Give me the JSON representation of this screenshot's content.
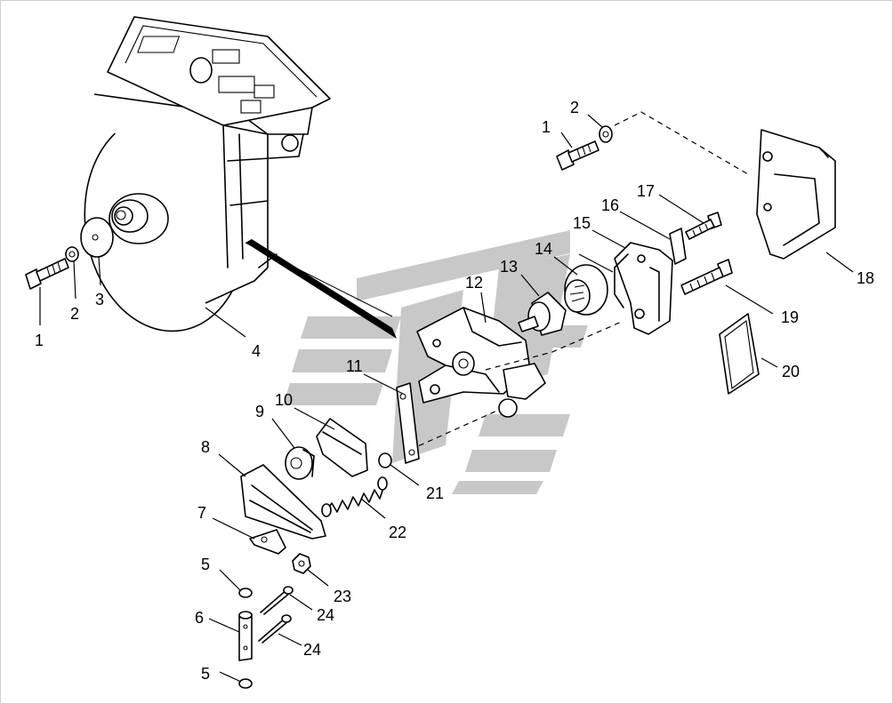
{
  "watermark_color": "#c8c8c8",
  "callouts": [
    {
      "id": "1a",
      "text": "1"
    },
    {
      "id": "2a",
      "text": "2"
    },
    {
      "id": "3",
      "text": "3"
    },
    {
      "id": "4",
      "text": "4"
    },
    {
      "id": "1b",
      "text": "1"
    },
    {
      "id": "2b",
      "text": "2"
    },
    {
      "id": "5a",
      "text": "5"
    },
    {
      "id": "5b",
      "text": "5"
    },
    {
      "id": "6",
      "text": "6"
    },
    {
      "id": "7",
      "text": "7"
    },
    {
      "id": "8",
      "text": "8"
    },
    {
      "id": "9",
      "text": "9"
    },
    {
      "id": "10",
      "text": "10"
    },
    {
      "id": "11",
      "text": "11"
    },
    {
      "id": "12",
      "text": "12"
    },
    {
      "id": "13",
      "text": "13"
    },
    {
      "id": "14",
      "text": "14"
    },
    {
      "id": "15",
      "text": "15"
    },
    {
      "id": "16",
      "text": "16"
    },
    {
      "id": "17",
      "text": "17"
    },
    {
      "id": "18",
      "text": "18"
    },
    {
      "id": "19",
      "text": "19"
    },
    {
      "id": "20",
      "text": "20"
    },
    {
      "id": "21",
      "text": "21"
    },
    {
      "id": "22",
      "text": "22"
    },
    {
      "id": "23",
      "text": "23"
    },
    {
      "id": "24a",
      "text": "24"
    },
    {
      "id": "24b",
      "text": "24"
    }
  ]
}
